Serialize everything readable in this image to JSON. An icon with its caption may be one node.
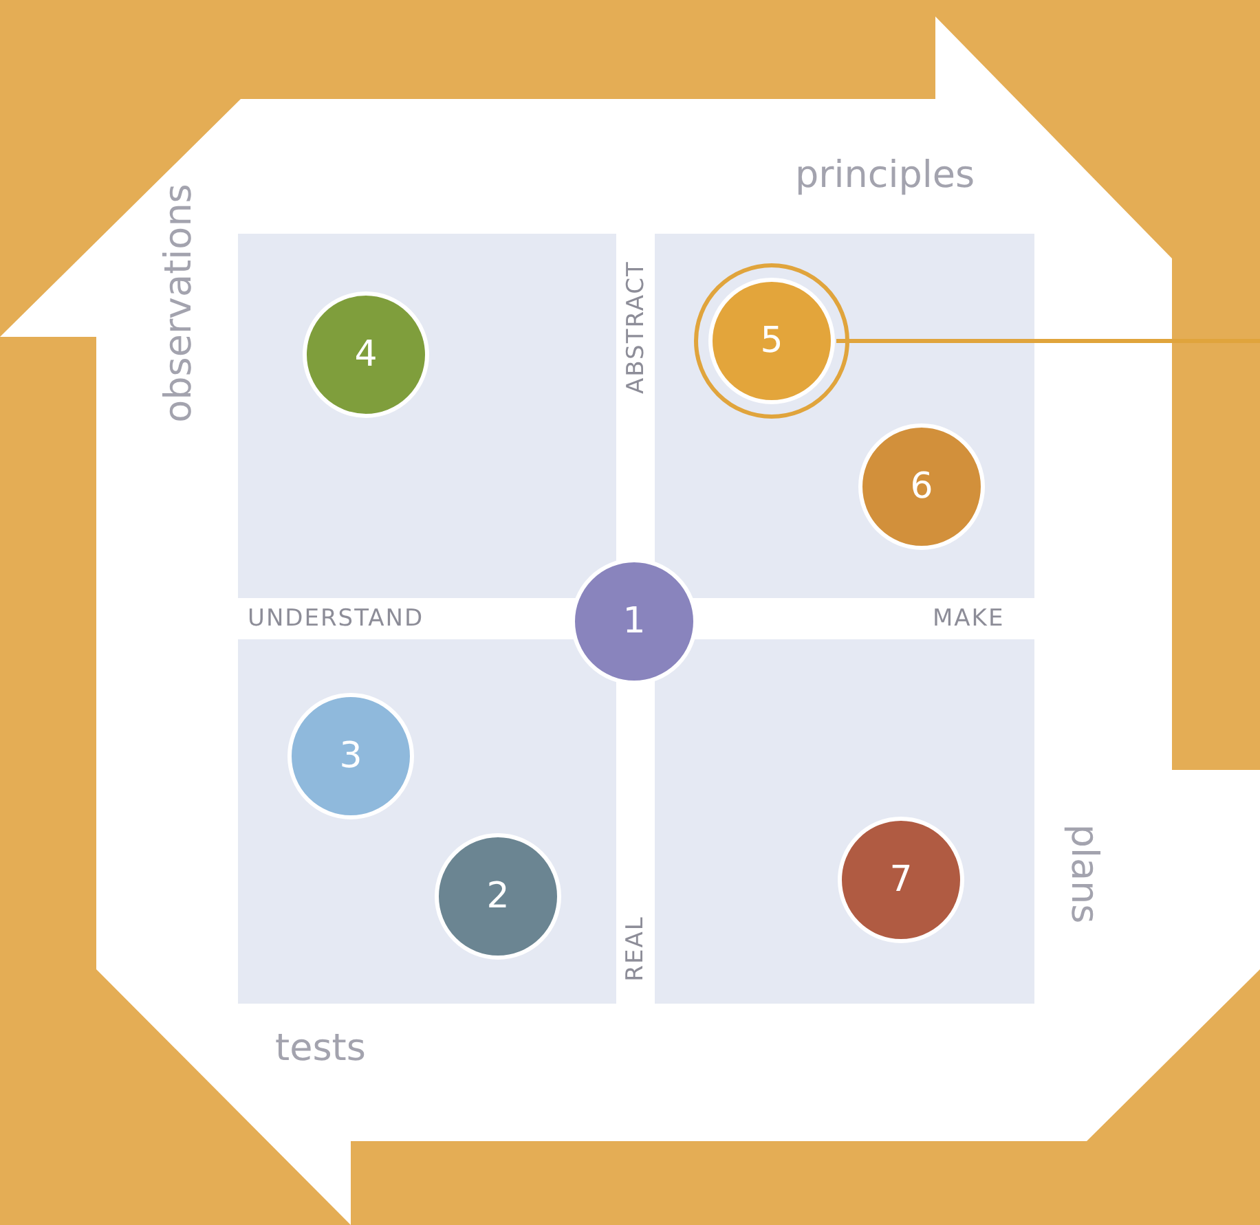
{
  "diagram": {
    "nodes": [
      {
        "text": [
          "1"
        ]
      },
      {
        "text": [
          "2"
        ]
      },
      {
        "text": [
          "3"
        ]
      },
      {
        "text": [
          "4"
        ]
      },
      {
        "text": [
          "5"
        ]
      },
      {
        "text": [
          "6"
        ]
      },
      {
        "text": [
          "7"
        ]
      }
    ],
    "edges": [
      {
        "from": null,
        "to": 4,
        "arrow": "none"
      }
    ],
    "labels": [
      "principles",
      "observations",
      "ABSTRACT",
      "UNDERSTAND",
      "MAKE",
      "REAL",
      "plans",
      "tests"
    ]
  }
}
